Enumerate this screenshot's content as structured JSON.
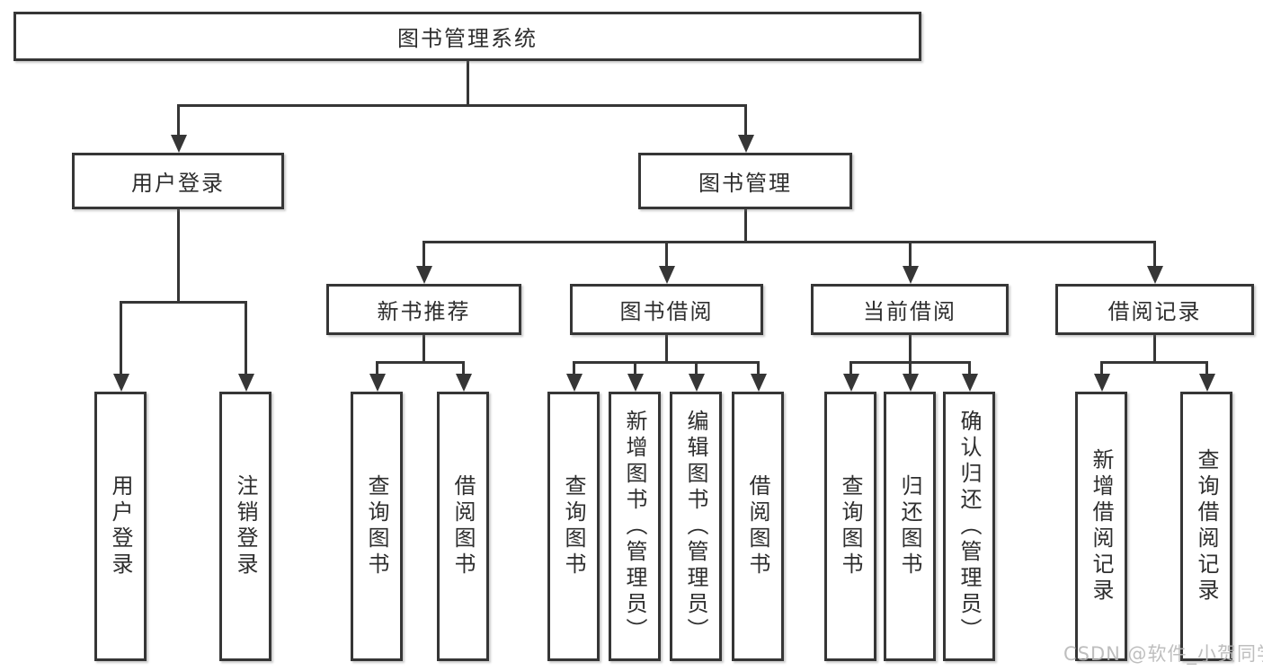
{
  "diagram": {
    "root": "图书管理系统",
    "user_branch": {
      "label": "用户登录",
      "children": [
        "用户登录",
        "注销登录"
      ]
    },
    "book_branch": {
      "label": "图书管理",
      "groups": [
        {
          "label": "新书推荐",
          "children": [
            "查询图书",
            "借阅图书"
          ]
        },
        {
          "label": "图书借阅",
          "children": [
            "查询图书",
            "新增图书（管理员）",
            "编辑图书（管理员）",
            "借阅图书"
          ]
        },
        {
          "label": "当前借阅",
          "children": [
            "查询图书",
            "归还图书",
            "确认归还（管理员）"
          ]
        },
        {
          "label": "借阅记录",
          "children": [
            "新增借阅记录",
            "查询借阅记录"
          ]
        }
      ]
    }
  },
  "watermark": "CSDN @软件_小贺同学",
  "colors": {
    "line": "#363636",
    "text": "#2e2e2e",
    "watermark": "#b8b8b8",
    "background": "#ffffff"
  }
}
